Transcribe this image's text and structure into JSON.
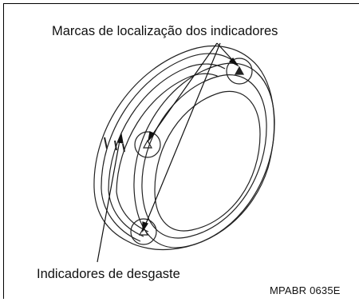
{
  "diagram": {
    "title_label": "Marcas de localização dos indicadores",
    "bottom_label": "Indicadores de desgaste",
    "figure_code": "MPABR 0635E"
  }
}
